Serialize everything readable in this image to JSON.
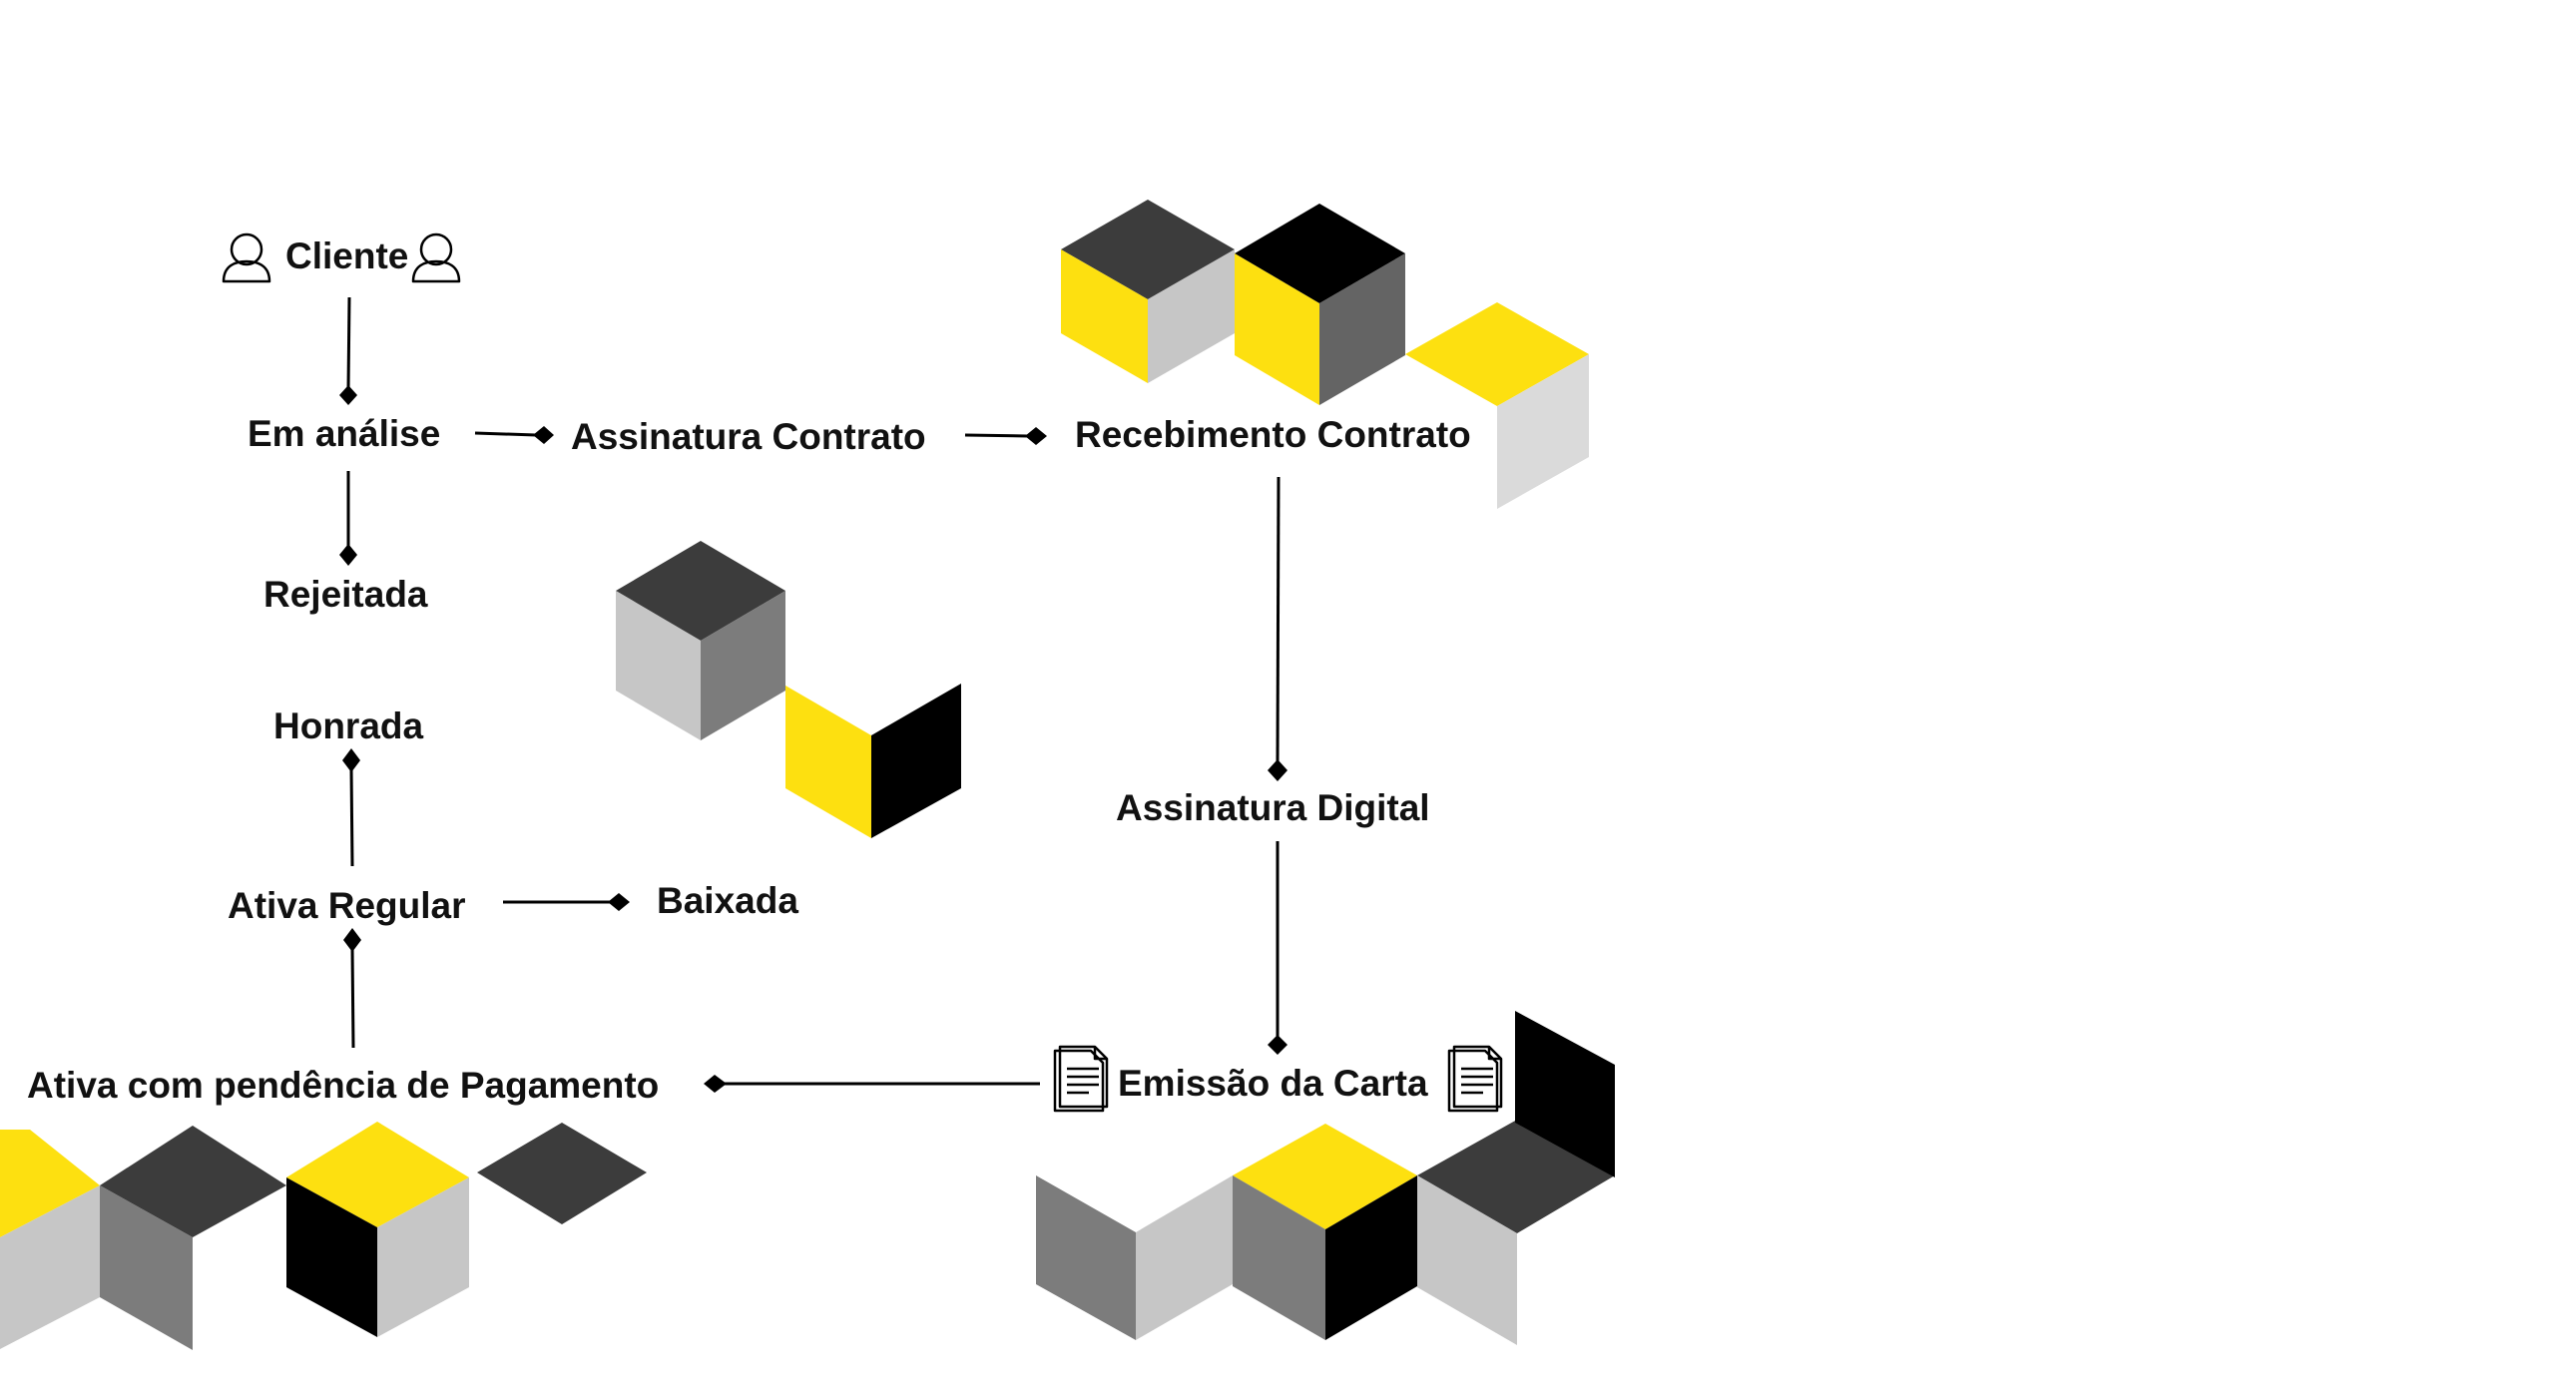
{
  "colors": {
    "yellow": "#FDE010",
    "black": "#000000",
    "dark_gray": "#3C3C3C",
    "mid_gray": "#646464",
    "gray": "#7C7C7C",
    "light_gray": "#C6C6C6",
    "lighter_gray": "#DADADA",
    "text": "#111111"
  },
  "nodes": {
    "cliente": "Cliente",
    "em_analise": "Em análise",
    "assinatura_contrato": "Assinatura Contrato",
    "recebimento_contrato": "Recebimento Contrato",
    "rejeitada": "Rejeitada",
    "honrada": "Honrada",
    "assinatura_digital": "Assinatura Digital",
    "ativa_regular": "Ativa Regular",
    "baixada": "Baixada",
    "ativa_pendencia": "Ativa com pendência de Pagamento",
    "emissao_carta": "Emissão da Carta"
  },
  "icons": {
    "cliente_left": "user-icon",
    "cliente_right": "user-icon",
    "carta_left": "document-icon",
    "carta_right": "document-icon"
  },
  "edges": [
    {
      "from": "Cliente",
      "to": "Em análise"
    },
    {
      "from": "Em análise",
      "to": "Assinatura Contrato"
    },
    {
      "from": "Assinatura Contrato",
      "to": "Recebimento Contrato"
    },
    {
      "from": "Em análise",
      "to": "Rejeitada"
    },
    {
      "from": "Recebimento Contrato",
      "to": "Assinatura Digital"
    },
    {
      "from": "Assinatura Digital",
      "to": "Emissão da Carta"
    },
    {
      "from": "Emissão da Carta",
      "to": "Ativa com pendência de Pagamento"
    },
    {
      "from": "Ativa com pendência de Pagamento",
      "to": "Ativa Regular"
    },
    {
      "from": "Ativa Regular",
      "to": "Honrada"
    },
    {
      "from": "Ativa Regular",
      "to": "Baixada"
    }
  ]
}
